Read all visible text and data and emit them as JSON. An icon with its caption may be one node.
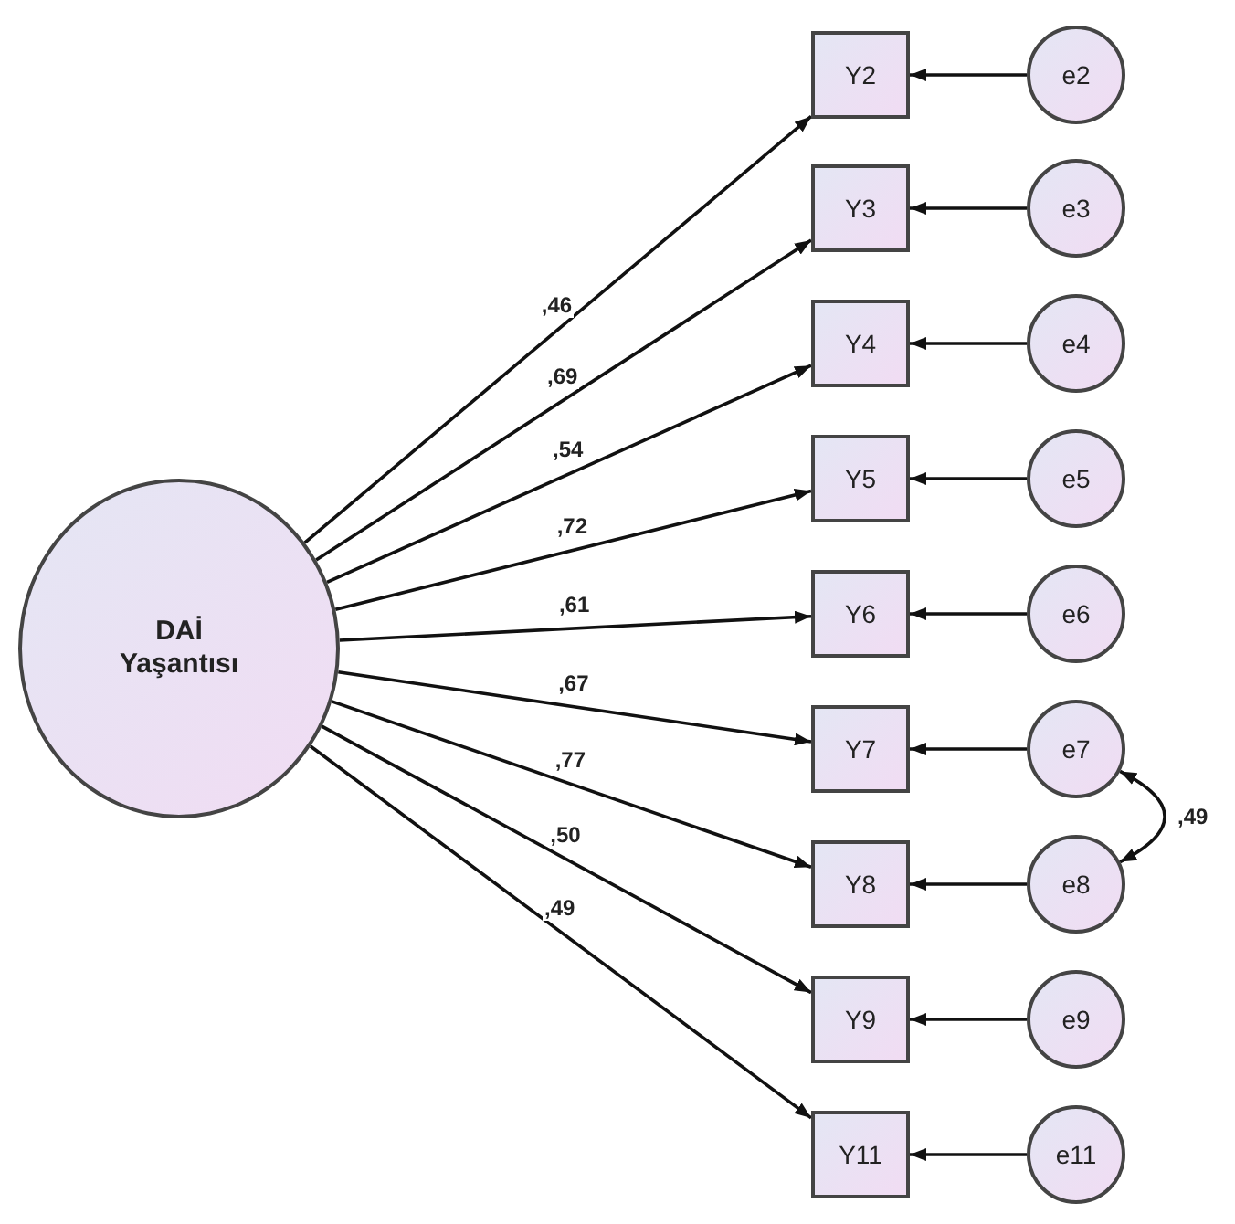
{
  "diagram": {
    "nodes": [
      {
        "text": [
          "DAİ Yaşantısı"
        ]
      },
      {
        "text": [
          "Y2"
        ]
      },
      {
        "text": [
          "Y3"
        ]
      },
      {
        "text": [
          "Y4"
        ]
      },
      {
        "text": [
          "Y5"
        ]
      },
      {
        "text": [
          "Y6"
        ]
      },
      {
        "text": [
          "Y7"
        ]
      },
      {
        "text": [
          "Y8"
        ]
      },
      {
        "text": [
          "Y9"
        ]
      },
      {
        "text": [
          "Y11"
        ]
      },
      {
        "text": [
          "e2"
        ]
      },
      {
        "text": [
          "e3"
        ]
      },
      {
        "text": [
          "e4"
        ]
      },
      {
        "text": [
          "e5"
        ]
      },
      {
        "text": [
          "e6"
        ]
      },
      {
        "text": [
          "e7"
        ]
      },
      {
        "text": [
          "e8"
        ]
      },
      {
        "text": [
          "e9"
        ]
      },
      {
        "text": [
          "e11"
        ]
      }
    ],
    "edges": [
      {
        "from": 0,
        "to": 1,
        "arrow": "to",
        "label": ",46"
      },
      {
        "from": 0,
        "to": 2,
        "arrow": "to",
        "label": ",69"
      },
      {
        "from": 0,
        "to": 3,
        "arrow": "to",
        "label": ",54"
      },
      {
        "from": 0,
        "to": 4,
        "arrow": "to",
        "label": ",72"
      },
      {
        "from": 0,
        "to": 5,
        "arrow": "to",
        "label": ",61"
      },
      {
        "from": 0,
        "to": 6,
        "arrow": "to",
        "label": ",67"
      },
      {
        "from": 0,
        "to": 7,
        "arrow": "to",
        "label": ",77"
      },
      {
        "from": 0,
        "to": 8,
        "arrow": "to",
        "label": ",50"
      },
      {
        "from": 0,
        "to": 9,
        "arrow": "to",
        "label": ",49"
      },
      {
        "from": 10,
        "to": 1,
        "arrow": "to"
      },
      {
        "from": 11,
        "to": 2,
        "arrow": "to"
      },
      {
        "from": 12,
        "to": 3,
        "arrow": "to"
      },
      {
        "from": 13,
        "to": 4,
        "arrow": "to"
      },
      {
        "from": 14,
        "to": 5,
        "arrow": "to"
      },
      {
        "from": 15,
        "to": 6,
        "arrow": "to"
      },
      {
        "from": 16,
        "to": 7,
        "arrow": "to"
      },
      {
        "from": 17,
        "to": 8,
        "arrow": "to"
      },
      {
        "from": 18,
        "to": 9,
        "arrow": "to"
      },
      {
        "from": 15,
        "to": 16,
        "arrow": "both",
        "label": ",49"
      }
    ]
  }
}
